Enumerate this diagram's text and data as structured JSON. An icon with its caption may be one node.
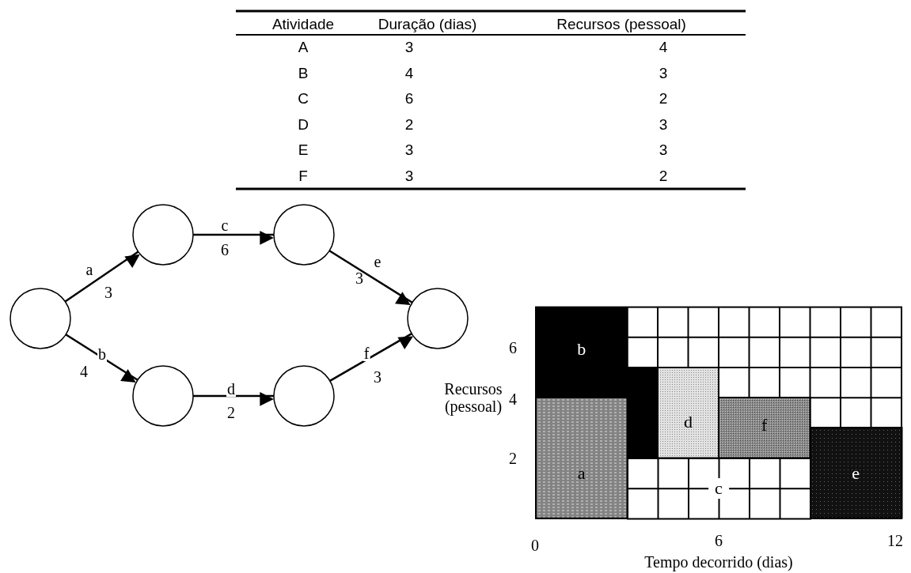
{
  "diagram": {
    "nodes": [
      {
        "text": [],
        "shape": "circle"
      },
      {
        "text": [],
        "shape": "circle"
      },
      {
        "text": [],
        "shape": "circle"
      },
      {
        "text": [],
        "shape": "circle"
      },
      {
        "text": [],
        "shape": "circle"
      },
      {
        "text": [],
        "shape": "circle"
      },
      {
        "text": [
          "b"
        ]
      },
      {
        "text": [
          "d"
        ]
      },
      {
        "text": [
          "f"
        ]
      },
      {
        "text": [
          "a"
        ]
      },
      {
        "text": [
          "c"
        ]
      },
      {
        "text": [
          "e"
        ]
      }
    ],
    "edges": [
      {
        "from": 0,
        "to": 1,
        "arrow": "to",
        "label": "a"
      },
      {
        "from": 0,
        "to": 2,
        "arrow": "to",
        "label": "b"
      },
      {
        "from": 1,
        "to": 3,
        "arrow": "to",
        "label": "c"
      },
      {
        "from": 2,
        "to": 4,
        "arrow": "to",
        "label": "d"
      },
      {
        "from": 3,
        "to": 5,
        "arrow": "to",
        "label": "e"
      },
      {
        "from": 4,
        "to": 5,
        "arrow": "to",
        "label": "f"
      }
    ],
    "labels": [
      "Atividade",
      "Duração (dias)",
      "Recursos (pessoal)",
      "A",
      "3",
      "4",
      "B",
      "4",
      "3",
      "C",
      "6",
      "2",
      "D",
      "2",
      "3",
      "E",
      "3",
      "3",
      "F",
      "3",
      "2",
      "3",
      "4",
      "6",
      "2",
      "3",
      "3",
      "Recursos (pessoal)",
      "6",
      "4",
      "2",
      "0",
      "6",
      "12",
      "Tempo decorrido (dias)"
    ]
  }
}
